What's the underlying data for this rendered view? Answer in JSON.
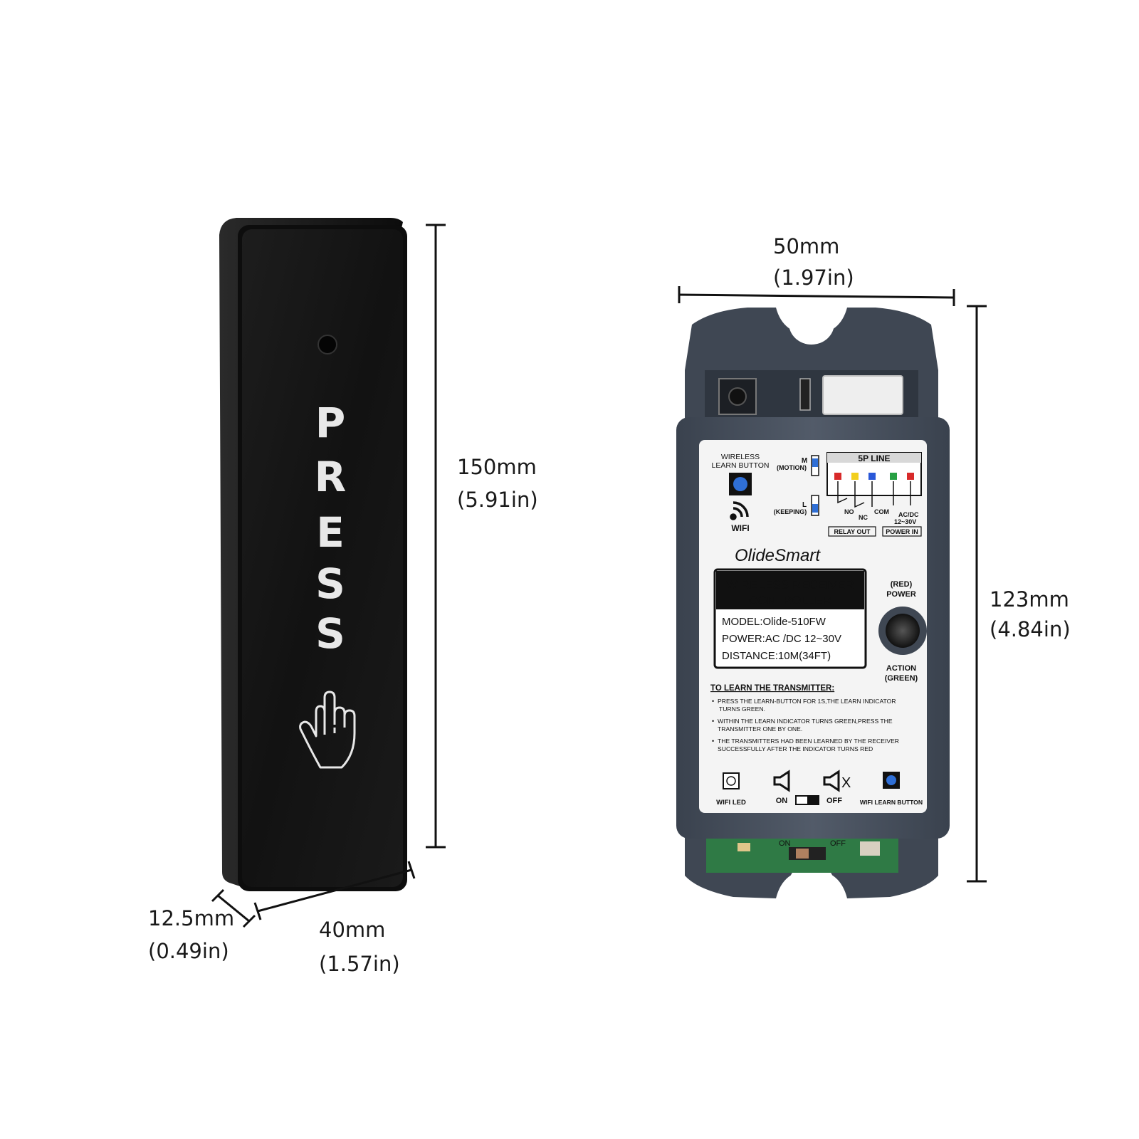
{
  "dimensions": {
    "button_height_mm": "150mm",
    "button_height_in": "(5.91in)",
    "button_width_mm": "40mm",
    "button_width_in": "(1.57in)",
    "button_depth_mm": "12.5mm",
    "button_depth_in": "(0.49in)",
    "receiver_width_mm": "50mm",
    "receiver_width_in": "(1.97in)",
    "receiver_height_mm": "123mm",
    "receiver_height_in": "(4.84in)"
  },
  "button": {
    "letters": [
      "P",
      "R",
      "E",
      "S",
      "S"
    ]
  },
  "receiver": {
    "wireless_learn_button_line1": "WIRELESS",
    "wireless_learn_button_line2": "LEARN BUTTON",
    "wifi_label": "WIFI",
    "mode_m": "M",
    "mode_motion": "(MOTION)",
    "mode_l": "L",
    "mode_keeping": "(KEEPING)",
    "line_title": "5P LINE",
    "terminal_no": "NO",
    "terminal_nc": "NC",
    "terminal_com": "COM",
    "terminal_acdc": "AC/DC",
    "terminal_voltage": "12~30V",
    "relay_out": "RELAY OUT",
    "power_in": "POWER IN",
    "brand": "OlideSmart",
    "title_line1": "WIRELESS RECEIVER",
    "title_line2": "CONTROLLER",
    "model": "MODEL:Olide-510FW",
    "power": "POWER:AC /DC 12~30V",
    "distance": "DISTANCE:10M(34FT)",
    "red_label": "(RED)",
    "power_label": "POWER",
    "action_label": "ACTION",
    "green_label": "(GREEN)",
    "learn_title": "TO LEARN THE TRANSMITTER:",
    "step1_line1": "PRESS THE LEARN-BUTTON FOR 1S,THE LEARN INDICATOR",
    "step1_line2": "TURNS GREEN.",
    "step2_line1": "WITHIN THE LEARN INDICATOR TURNS GREEN,PRESS THE",
    "step2_line2": "TRANSMITTER ONE BY ONE.",
    "step3_line1": "THE TRANSMITTERS  HAD BEEN LEARNED BY THE RECEIVER",
    "step3_line2": "SUCCESSFULLY AFTER THE INDICATOR TURNS RED",
    "wifi_led": "WIFI LED",
    "on_label": "ON",
    "off_label": "OFF",
    "x_mark": "X",
    "wifi_learn_button": "WIFI LEARN BUTTON",
    "pcb_on": "ON",
    "pcb_off": "OFF"
  },
  "colors": {
    "button_body": "#151515",
    "receiver_body": "#4a5361",
    "label_bg": "#f4f4f4",
    "accent_blue": "#2f6fd6",
    "wire_red": "#d82a2a",
    "wire_yellow": "#f2cf1e",
    "wire_blue": "#2a58d8",
    "wire_green": "#27a043"
  }
}
